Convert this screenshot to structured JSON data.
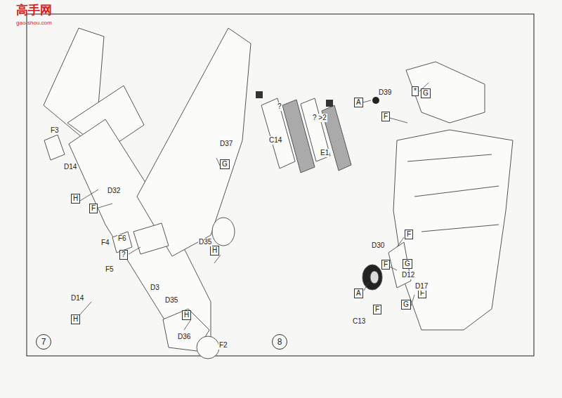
{
  "diagram": {
    "nodes": [
      {
        "text": [
          "7"
        ]
      },
      {
        "text": [
          "H"
        ]
      },
      {
        "text": [
          "F"
        ]
      },
      {
        "text": [
          "G"
        ]
      },
      {
        "text": [
          "H"
        ]
      },
      {
        "text": [
          "?"
        ]
      },
      {
        "text": [
          "H"
        ]
      },
      {
        "text": [
          "H"
        ]
      },
      {
        "text": [
          "8"
        ]
      },
      {
        "text": [
          "A"
        ]
      },
      {
        "text": [
          "*"
        ]
      },
      {
        "text": [
          "G"
        ]
      },
      {
        "text": [
          "F"
        ]
      },
      {
        "text": [
          "F"
        ]
      },
      {
        "text": [
          "F"
        ]
      },
      {
        "text": [
          "G"
        ]
      },
      {
        "text": [
          "A"
        ]
      },
      {
        "text": [
          "F"
        ]
      },
      {
        "text": [
          "G"
        ]
      },
      {
        "text": [
          "F"
        ]
      }
    ],
    "labels": [
      "高手网",
      "gao-shou.com",
      "F3",
      "D14",
      "D32",
      "D37",
      "F4",
      "F6",
      "F5",
      "D14",
      "D3",
      "D35",
      "D35",
      "D36",
      "F2",
      "?",
      "? >2",
      "C14",
      "E1",
      "D39",
      "D30",
      "D12",
      "D17",
      "C13"
    ]
  }
}
